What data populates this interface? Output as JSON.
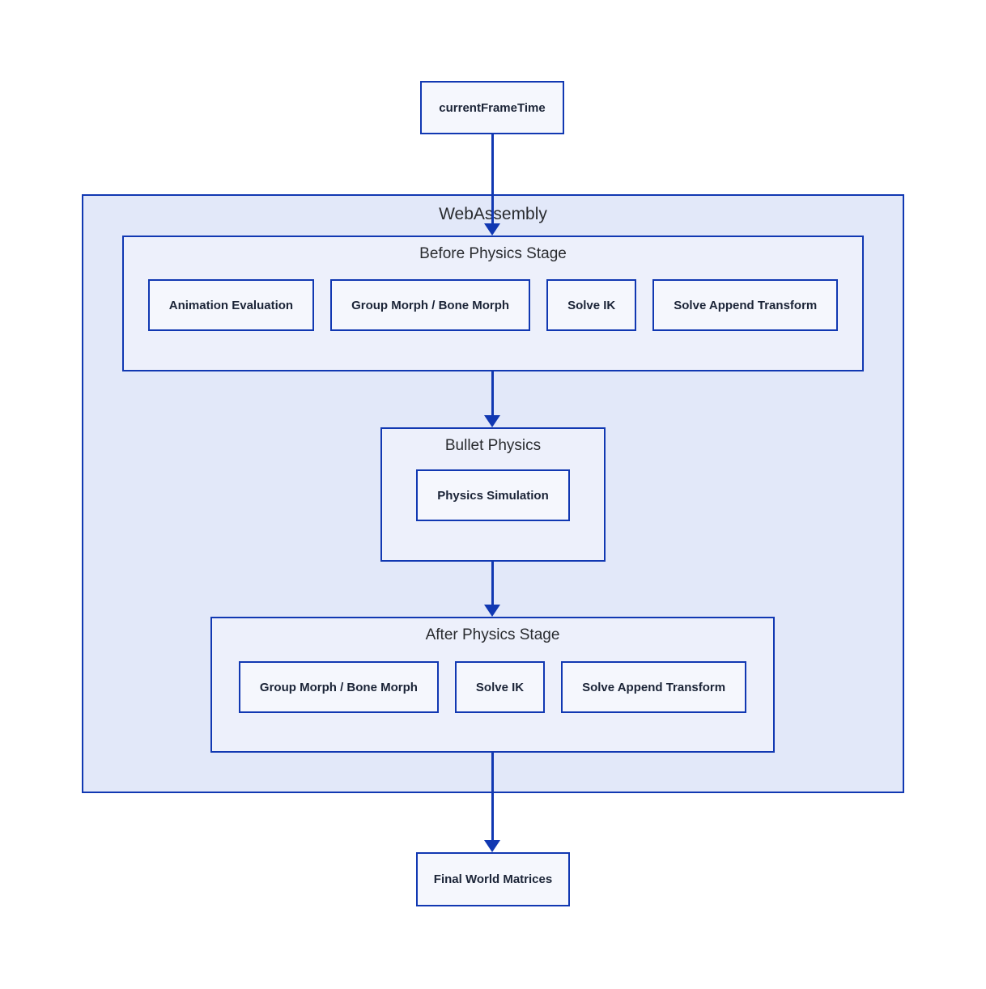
{
  "diagram": {
    "input_node": {
      "label": "currentFrameTime"
    },
    "wasm_container": {
      "title": "WebAssembly"
    },
    "before_stage": {
      "title": "Before Physics Stage",
      "boxes": [
        {
          "label": "Animation Evaluation"
        },
        {
          "label": "Group Morph / Bone Morph"
        },
        {
          "label": "Solve IK"
        },
        {
          "label": "Solve Append Transform"
        }
      ]
    },
    "bullet_container": {
      "title": "Bullet Physics",
      "boxes": [
        {
          "label": "Physics Simulation"
        }
      ]
    },
    "after_stage": {
      "title": "After Physics Stage",
      "boxes": [
        {
          "label": "Group Morph / Bone Morph"
        },
        {
          "label": "Solve IK"
        },
        {
          "label": "Solve Append Transform"
        }
      ]
    },
    "output_node": {
      "label": "Final World Matrices"
    },
    "colors": {
      "border_blue": "#1138b2",
      "wasm_background": "#e2e8f9",
      "stage_background": "#edf0fb",
      "node_background": "#f5f7fd",
      "title_text": "#292b2f",
      "node_text": "#1b2437"
    }
  }
}
